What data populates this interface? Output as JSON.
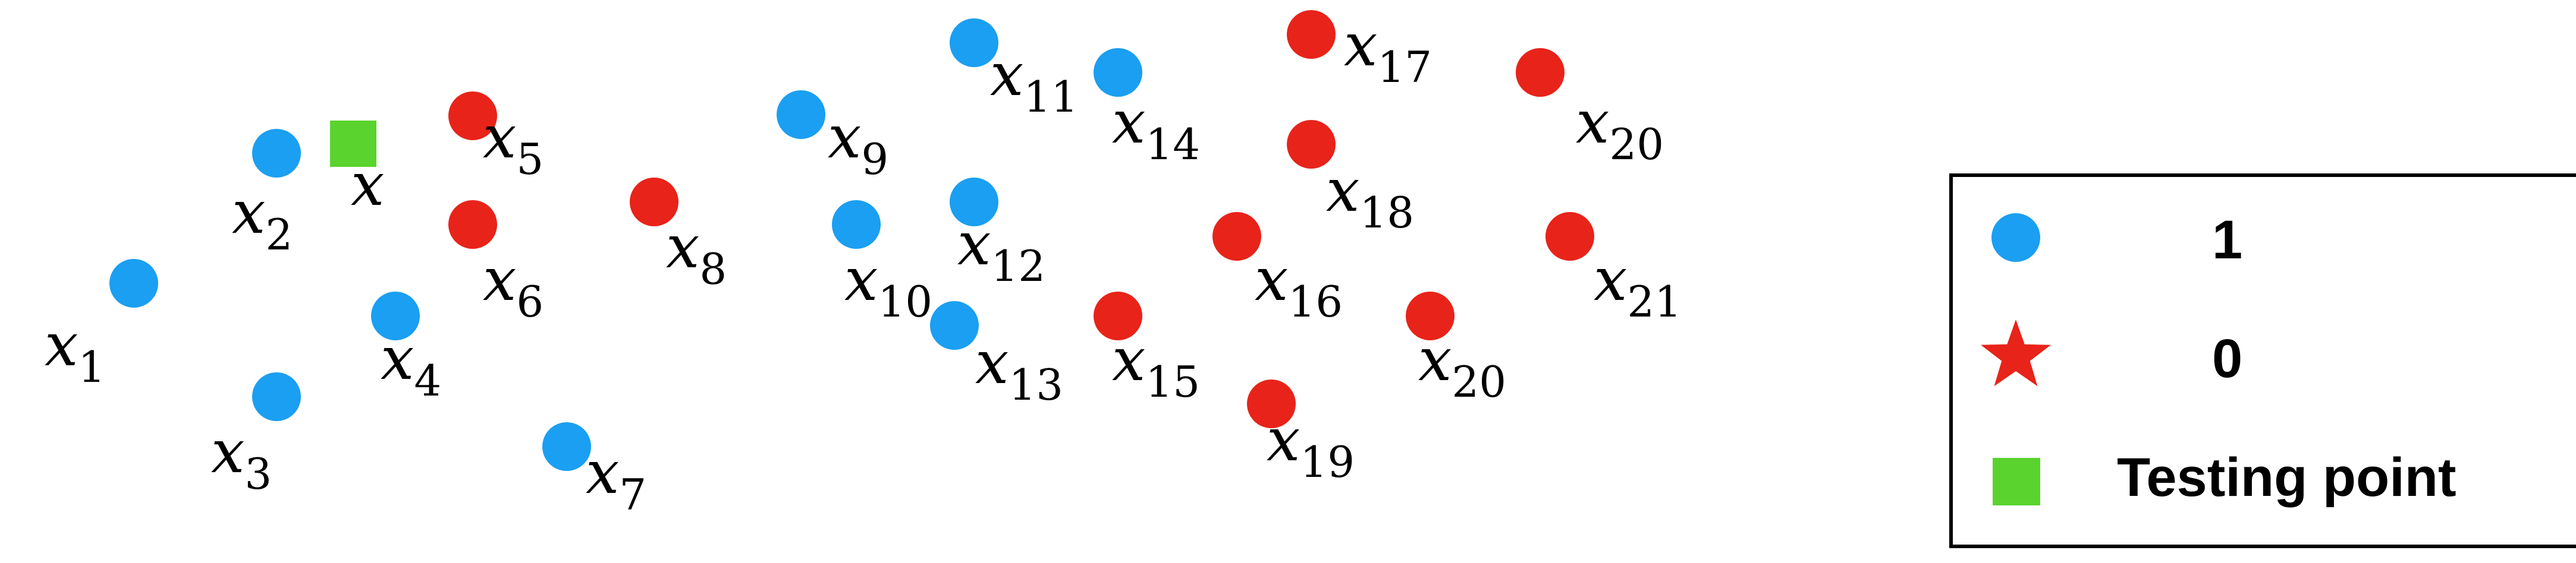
{
  "colors": {
    "class_1": "#1a9ff2",
    "class_0": "#e8231a",
    "testing": "#5ad32e",
    "border": "#000000"
  },
  "test_point": {
    "label": "x"
  },
  "points": [
    {
      "id": "x1",
      "base": "x",
      "sub": "1",
      "class": "1"
    },
    {
      "id": "x2",
      "base": "x",
      "sub": "2",
      "class": "1"
    },
    {
      "id": "x3",
      "base": "x",
      "sub": "3",
      "class": "1"
    },
    {
      "id": "x4",
      "base": "x",
      "sub": "4",
      "class": "1"
    },
    {
      "id": "x5",
      "base": "x",
      "sub": "5",
      "class": "0"
    },
    {
      "id": "x6",
      "base": "x",
      "sub": "6",
      "class": "0"
    },
    {
      "id": "x7",
      "base": "x",
      "sub": "7",
      "class": "1"
    },
    {
      "id": "x8",
      "base": "x",
      "sub": "8",
      "class": "0"
    },
    {
      "id": "x9",
      "base": "x",
      "sub": "9",
      "class": "1"
    },
    {
      "id": "x10",
      "base": "x",
      "sub": "10",
      "class": "1"
    },
    {
      "id": "x11",
      "base": "x",
      "sub": "11",
      "class": "1"
    },
    {
      "id": "x12",
      "base": "x",
      "sub": "12",
      "class": "1"
    },
    {
      "id": "x13",
      "base": "x",
      "sub": "13",
      "class": "1"
    },
    {
      "id": "x14",
      "base": "x",
      "sub": "14",
      "class": "1"
    },
    {
      "id": "x15",
      "base": "x",
      "sub": "15",
      "class": "0"
    },
    {
      "id": "x16",
      "base": "x",
      "sub": "16",
      "class": "0"
    },
    {
      "id": "x17",
      "base": "x",
      "sub": "17",
      "class": "0"
    },
    {
      "id": "x18",
      "base": "x",
      "sub": "18",
      "class": "0"
    },
    {
      "id": "x19",
      "base": "x",
      "sub": "19",
      "class": "0"
    },
    {
      "id": "x20a",
      "base": "x",
      "sub": "20",
      "class": "0"
    },
    {
      "id": "x20b",
      "base": "x",
      "sub": "20",
      "class": "0"
    },
    {
      "id": "x21",
      "base": "x",
      "sub": "21",
      "class": "0"
    }
  ],
  "legend": {
    "items": [
      {
        "symbol": "circle-icon",
        "label": "1"
      },
      {
        "symbol": "star-icon",
        "label": "0"
      },
      {
        "symbol": "square-icon",
        "label": "Testing point"
      }
    ]
  }
}
